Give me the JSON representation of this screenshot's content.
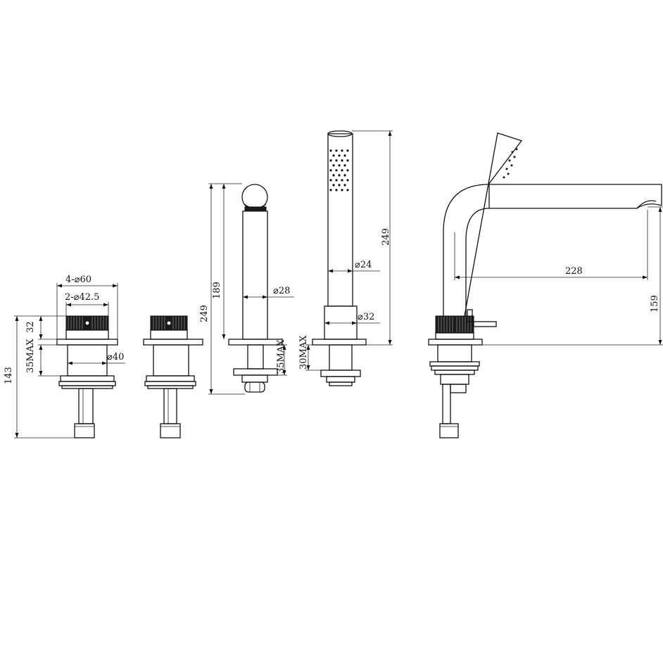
{
  "dimensions": {
    "four_dia_60": "4-⌀60",
    "two_dia_42_5": "2-⌀42.5",
    "d32_handle": "32",
    "d35max_a": "35MAX",
    "dia40": "⌀40",
    "d143": "143",
    "d249_spout": "249",
    "d189": "189",
    "dia28": "⌀28",
    "d35max_b": "35MAX",
    "dia24": "⌀24",
    "d249_shower": "249",
    "dia32": "⌀32",
    "d30max": "30MAX",
    "d228": "228",
    "d159": "159"
  },
  "colors": {
    "line": "#111111",
    "background": "#ffffff"
  }
}
